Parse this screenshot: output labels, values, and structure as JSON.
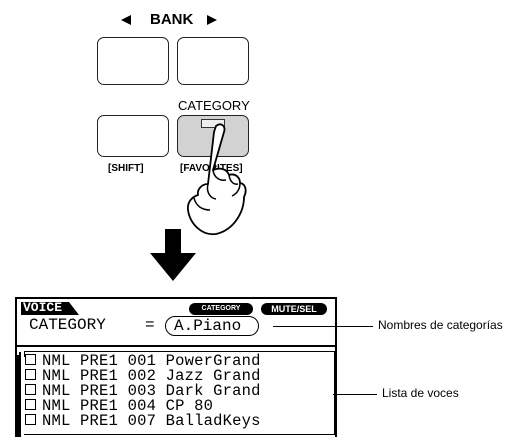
{
  "panel": {
    "bank_label": "BANK",
    "bank_left_icon": "triangle-left-icon",
    "bank_right_icon": "triangle-right-icon",
    "category_label": "CATEGORY",
    "shift_label": "[SHIFT]",
    "favorites_label": "[FAVORITES]"
  },
  "lcd": {
    "mode_tab": "VOICE",
    "tab_cs": "CATEGORY",
    "tab_mute": "MUTE/SEL",
    "category_field": "CATEGORY",
    "equals": "=",
    "category_value": "A.Piano",
    "voices": [
      {
        "type": "NML",
        "bank": "PRE1",
        "number": "001",
        "name": "PowerGrand"
      },
      {
        "type": "NML",
        "bank": "PRE1",
        "number": "002",
        "name": "Jazz Grand"
      },
      {
        "type": "NML",
        "bank": "PRE1",
        "number": "003",
        "name": "Dark Grand"
      },
      {
        "type": "NML",
        "bank": "PRE1",
        "number": "004",
        "name": "CP 80"
      },
      {
        "type": "NML",
        "bank": "PRE1",
        "number": "007",
        "name": "BalladKeys"
      }
    ]
  },
  "callouts": {
    "category_names": "Nombres de categorías",
    "voice_list": "Lista de voces"
  },
  "icons": {
    "hand": "pressing-hand-icon",
    "arrow": "down-arrow-icon"
  }
}
